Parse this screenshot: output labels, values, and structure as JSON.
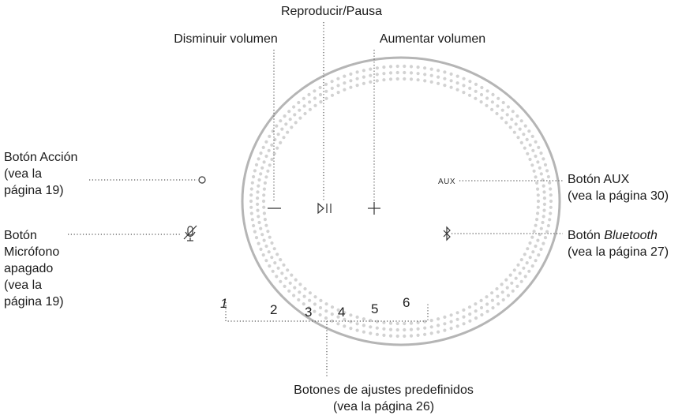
{
  "labels": {
    "play_pause": "Reproducir/Pausa",
    "volume_down": "Disminuir volumen",
    "volume_up": "Aumentar volumen",
    "action": [
      "Botón Acción",
      "(vea la",
      "página 19)"
    ],
    "mic_off": [
      "Botón",
      "Micrófono",
      "apagado",
      "(vea la",
      "página 19)"
    ],
    "aux": [
      "Botón AUX",
      "(vea la página 30)"
    ],
    "bluetooth": {
      "prefix": "Botón ",
      "italic": "Bluetooth",
      "line2": "(vea la página 27)"
    },
    "presets": [
      "Botones de ajustes predefinidos",
      "(vea la página 26)"
    ]
  },
  "device": {
    "aux_text": "AUX",
    "preset_numbers": [
      "1",
      "2",
      "3",
      "4",
      "5",
      "6"
    ],
    "icons": [
      "action-circle-icon",
      "play-pause-icon",
      "minus-icon",
      "plus-icon",
      "microphone-off-icon",
      "bluetooth-icon"
    ]
  },
  "colors": {
    "outline": "#b5b5b5",
    "grille_dots": "#d2d2d2",
    "leader": "#555555",
    "text": "#1a1a1a"
  }
}
